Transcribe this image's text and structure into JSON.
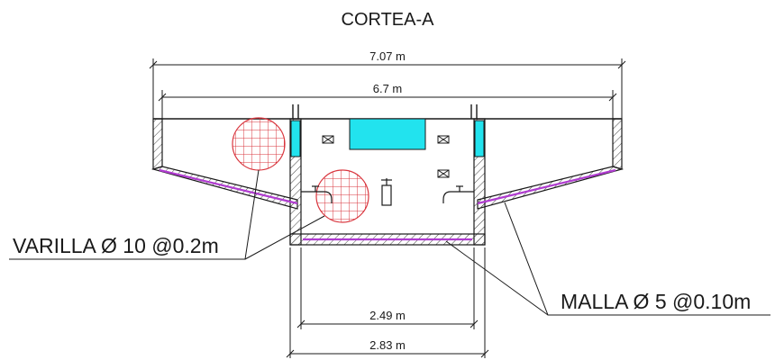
{
  "title": "CORTEA-A",
  "dimensions": {
    "overall_width": "7.07 m",
    "inner_width": "6.7 m",
    "pit_inner_width": "2.49 m",
    "pit_outer_width": "2.83 m"
  },
  "callouts": {
    "rebar": "VARILLA Ø 10 @0.2m",
    "mesh": "MALLA Ø 5 @0.10m"
  },
  "colors": {
    "line": "#1a1a1a",
    "hatch": "#444444",
    "mesh": "#b03cd0",
    "rebar_grid": "#d9363e",
    "water": "#22e3ee"
  },
  "icons": [
    "rebar-grid-icon",
    "faucet-icon",
    "vent-icon",
    "water-tank-icon"
  ]
}
